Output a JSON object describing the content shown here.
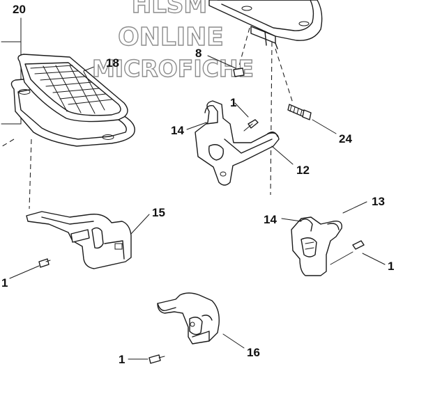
{
  "diagram": {
    "watermark": {
      "line1": "HLSM",
      "line2": "ONLINE",
      "line3": "MICROFICHE"
    },
    "callouts": {
      "c20": "20",
      "c18": "18",
      "c8": "8",
      "c1_top": "1",
      "c14_top": "14",
      "c24": "24",
      "c12": "12",
      "c15": "15",
      "c13": "13",
      "c14_right": "14",
      "c1_left": "1",
      "c1_right": "1",
      "c16": "16",
      "c1_bottom": "1"
    }
  }
}
